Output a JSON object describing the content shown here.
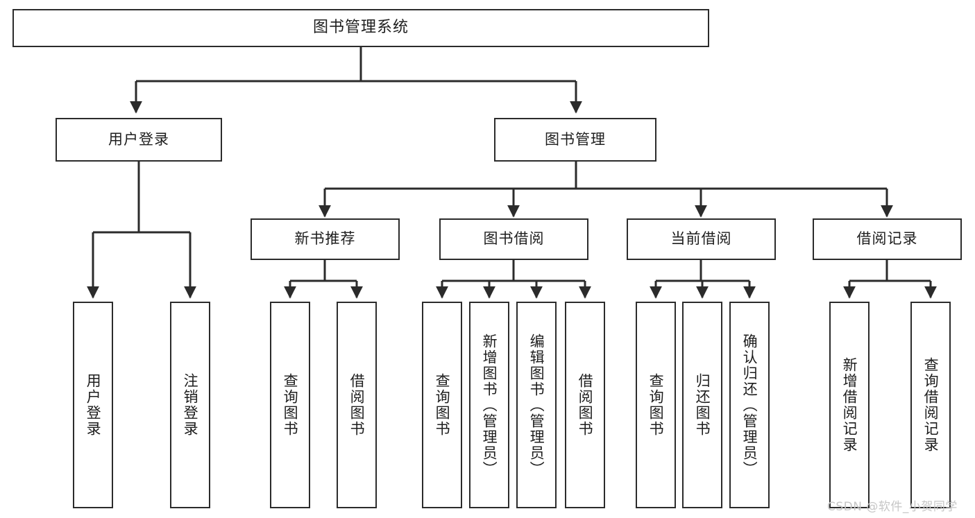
{
  "diagram": {
    "title": "图书管理系统",
    "type": "tree-hierarchy-chart",
    "watermark": "CSDN @软件_小贺同学",
    "colors": {
      "box_border": "#2b2b2b",
      "box_fill": "#ffffff",
      "connector": "#2b2b2b",
      "text": "#1d1d1d",
      "watermark": "#c6c6c6",
      "background": "#ffffff"
    },
    "levels": {
      "root": {
        "label": "图书管理系统"
      },
      "level2": [
        {
          "label": "用户登录"
        },
        {
          "label": "图书管理"
        }
      ],
      "level3": [
        {
          "label": "新书推荐"
        },
        {
          "label": "图书借阅"
        },
        {
          "label": "当前借阅"
        },
        {
          "label": "借阅记录"
        }
      ]
    },
    "leaves": {
      "user_login": [
        {
          "label": "用户登录"
        },
        {
          "label": "注销登录"
        }
      ],
      "new_book_recommend": [
        {
          "label": "查询图书"
        },
        {
          "label": "借阅图书"
        }
      ],
      "book_borrow": [
        {
          "label": "查询图书"
        },
        {
          "label": "新增图书（管理员）"
        },
        {
          "label": "编辑图书（管理员）"
        },
        {
          "label": "借阅图书"
        }
      ],
      "current_borrow": [
        {
          "label": "查询图书"
        },
        {
          "label": "归还图书"
        },
        {
          "label": "确认归还（管理员）"
        }
      ],
      "borrow_record": [
        {
          "label": "新增借阅记录"
        },
        {
          "label": "查询借阅记录"
        }
      ]
    }
  }
}
